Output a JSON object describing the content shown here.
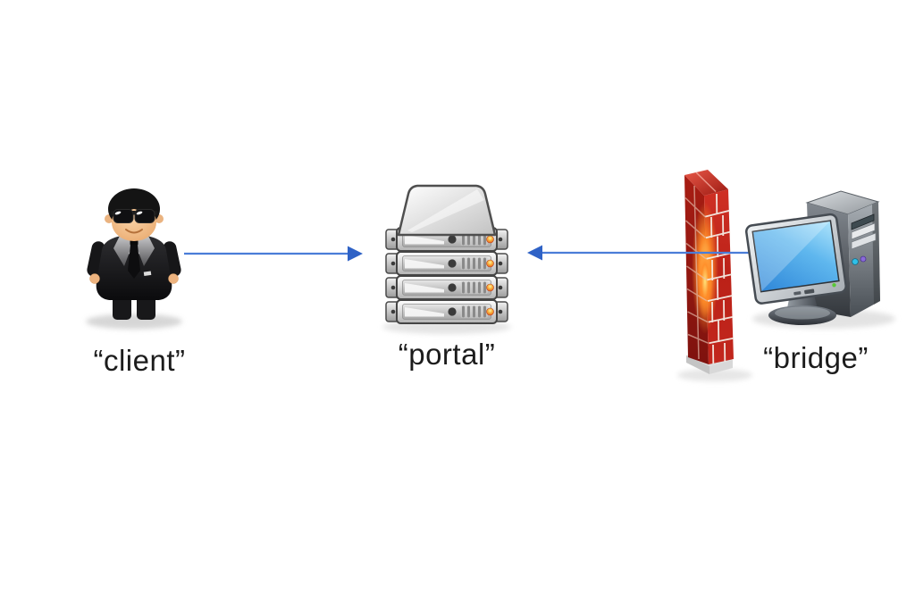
{
  "page": {
    "background": "#ffffff"
  },
  "diagram": {
    "nodes": [
      {
        "id": "client",
        "label": "“client”",
        "icon": "secret-agent-person"
      },
      {
        "id": "portal",
        "label": "“portal”",
        "icon": "server-stack"
      },
      {
        "id": "bridge",
        "label": "“bridge”",
        "icon": "desktop-computer-behind-firewall"
      }
    ],
    "edges": [
      {
        "from": "client",
        "to": "portal",
        "style": "arrow",
        "color": "#3060c4"
      },
      {
        "from": "bridge",
        "to": "portal",
        "style": "arrow",
        "color": "#3060c4"
      }
    ],
    "colors": {
      "arrow_line": "#4a7dd8",
      "arrow_head": "#2f62c6",
      "label_text": "#1c1c1c",
      "firewall_red": "#c0241b",
      "firewall_glow": "#ff9a2e",
      "screen_blue": "#4da6e8",
      "server_led": "#f08a1e"
    }
  }
}
